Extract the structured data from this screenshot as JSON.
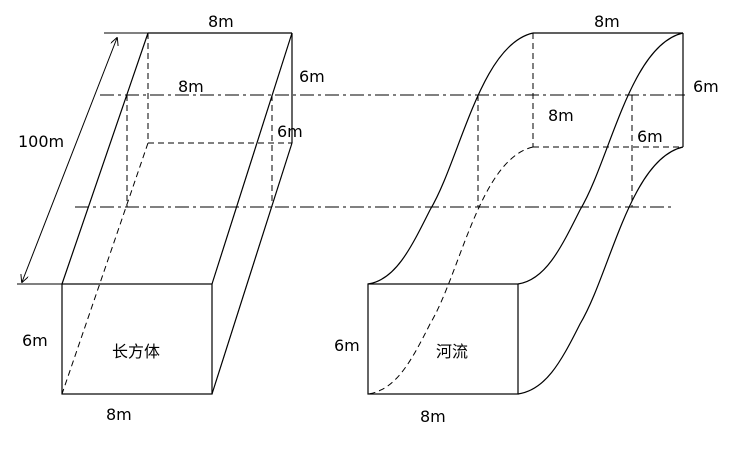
{
  "cuboid": {
    "name": "长方体",
    "top_width": "8m",
    "top_height": "6m",
    "mid_width": "8m",
    "mid_height": "6m",
    "length": "100m",
    "front_height": "6m",
    "front_width": "8m"
  },
  "river": {
    "name": "河流",
    "top_width": "8m",
    "top_height": "6m",
    "mid_width": "8m",
    "mid_height": "6m",
    "front_height": "6m",
    "front_width": "8m"
  }
}
